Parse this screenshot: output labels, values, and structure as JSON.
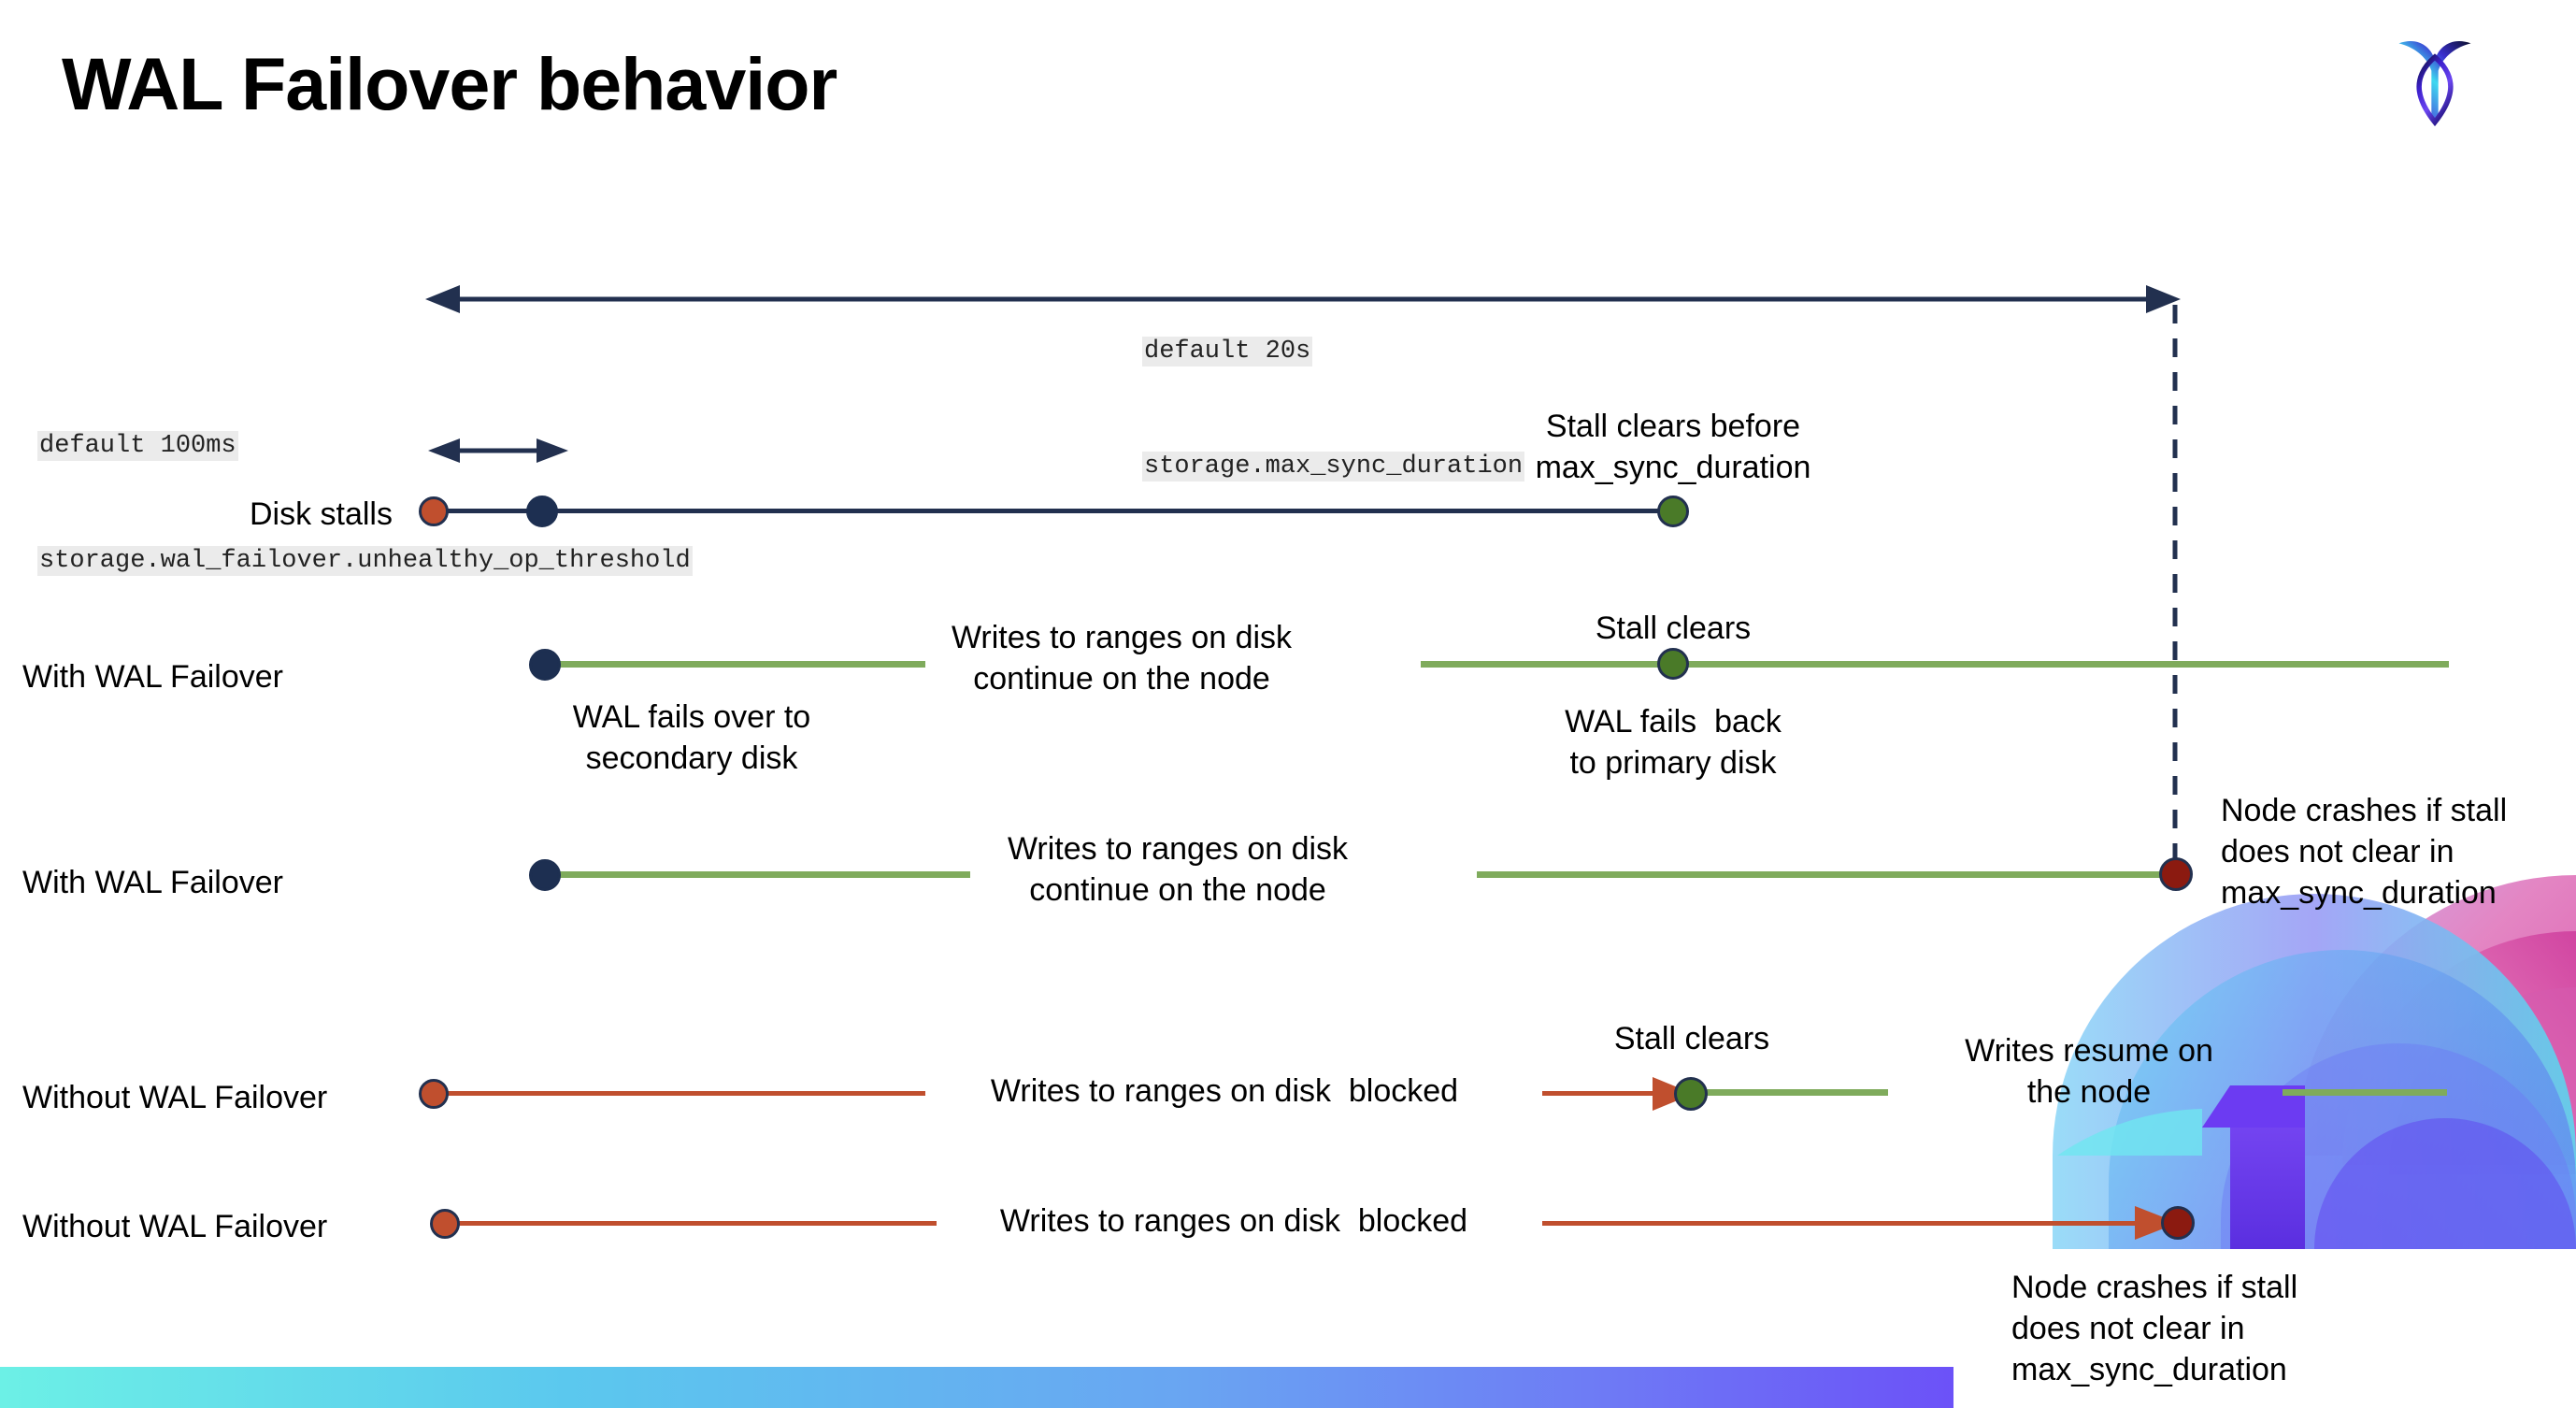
{
  "slide": {
    "title": "WAL Failover behavior",
    "logo_name": "cockroachdb-logo"
  },
  "annotations": {
    "max_sync": {
      "default": "default 20s",
      "setting": "storage.max_sync_duration"
    },
    "unhealthy": {
      "default": "default 100ms",
      "setting": "storage.wal_failover.unhealthy_op_threshold"
    }
  },
  "rows": [
    {
      "name": "Disk stalls",
      "label": "Disk stalls",
      "note_above": "Stall clears before\nmax_sync_duration"
    },
    {
      "name": "with-wal-failover-1",
      "label": "With WAL Failover",
      "note_mid": "Writes to ranges on disk\ncontinue on the node",
      "note_below_left": "WAL fails over to\nsecondary disk",
      "note_above_right": "Stall clears",
      "note_below_right": "WAL fails  back\nto primary disk"
    },
    {
      "name": "with-wal-failover-2",
      "label": "With WAL Failover",
      "note_mid": "Writes to ranges on disk\ncontinue on the node",
      "note_right": "Node crashes if stall\ndoes not clear in\nmax_sync_duration"
    },
    {
      "name": "without-wal-failover-1",
      "label": "Without WAL Failover",
      "note_mid": "Writes to ranges on disk  blocked",
      "note_above_right": "Stall clears",
      "note_right": "Writes resume on\nthe node"
    },
    {
      "name": "without-wal-failover-2",
      "label": "Without WAL Failover",
      "note_mid": "Writes to ranges on disk  blocked",
      "note_below_right": "Node crashes if stall\ndoes not clear in\nmax_sync_duration"
    }
  ],
  "colors": {
    "navy": "#22304F",
    "green_line": "#7FAB5C",
    "green_dot": "#4A7A28",
    "orange": "#C04F2E",
    "dark_red": "#8B1A10",
    "code_bg": "#ebebeb",
    "bar_start": "#6CF0E6",
    "bar_end": "#6A3CF9"
  }
}
